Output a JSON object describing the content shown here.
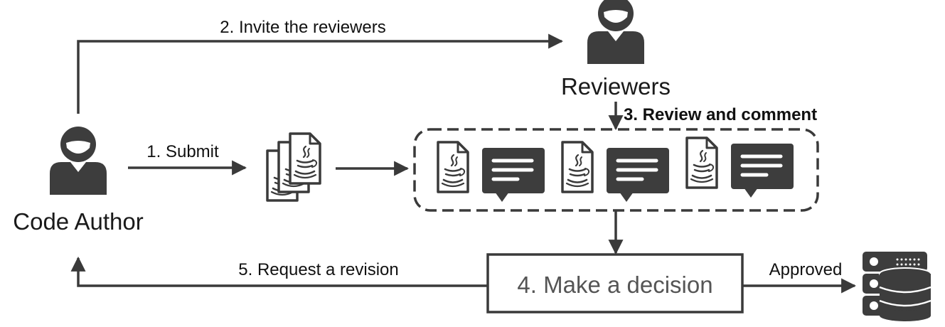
{
  "actors": {
    "author": {
      "label": "Code Author",
      "icon": "person-icon"
    },
    "reviewers": {
      "label": "Reviewers",
      "icon": "person-icon"
    },
    "repository": {
      "icon": "database-server-icon"
    }
  },
  "steps": {
    "submit": "1. Submit",
    "invite": "2. Invite the reviewers",
    "review": "3. Review and comment",
    "decision": "4. Make a decision",
    "revision": "5. Request a revision",
    "approved": "Approved"
  },
  "icons": {
    "code_files": "java-code-files-icon",
    "review_file": "java-file-icon",
    "comment": "comment-bubble-icon"
  },
  "colors": {
    "line": "#3a3a3a",
    "icon": "#3d3d3d",
    "decision_text": "#555555"
  }
}
